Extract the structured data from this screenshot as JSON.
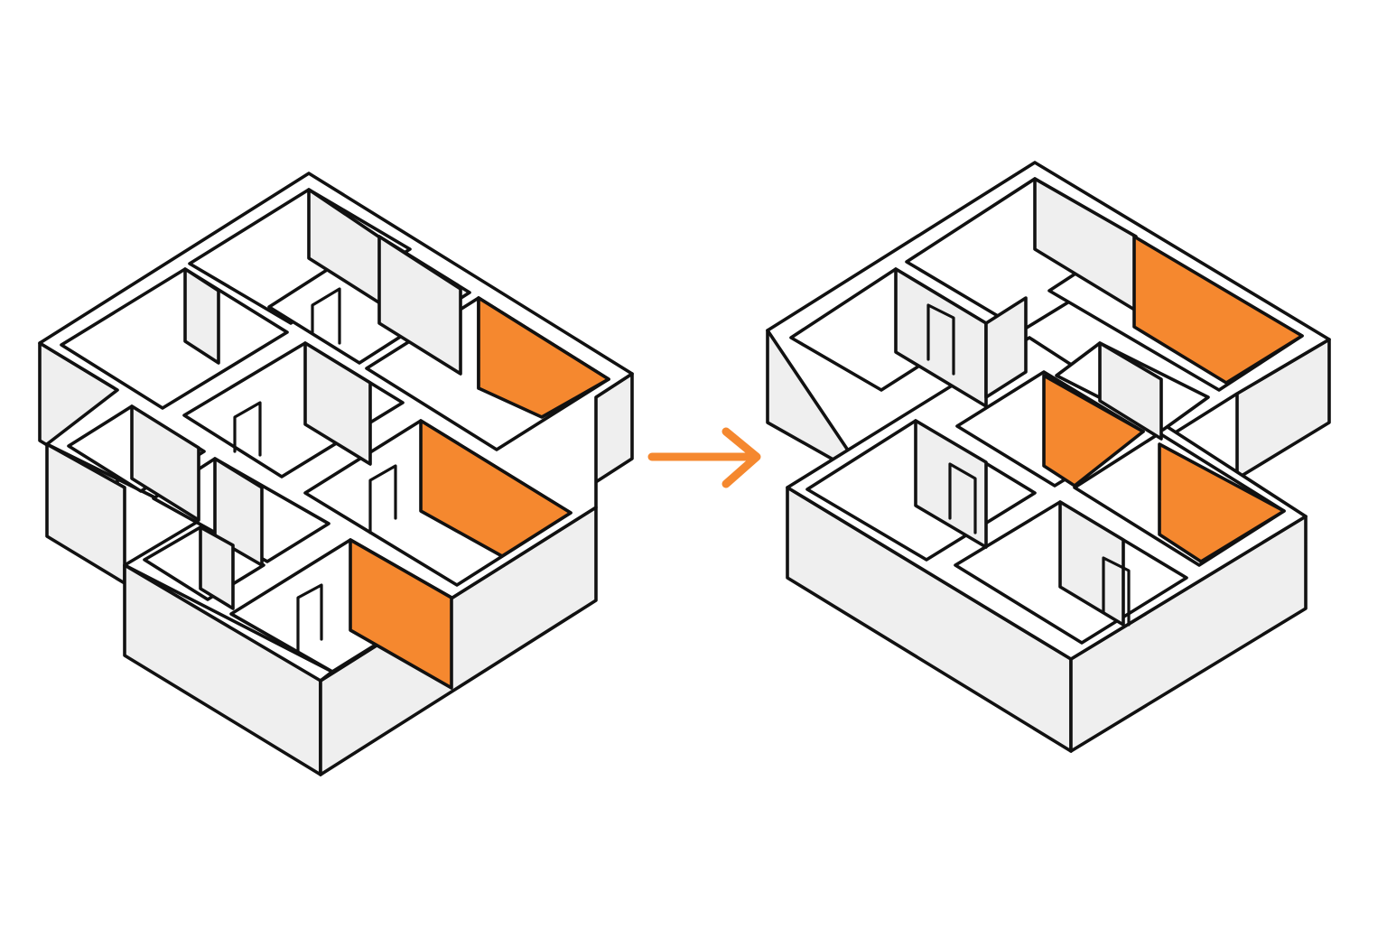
{
  "diagram": {
    "kind": "isometric floor plan transformation (before → after)",
    "colors": {
      "background": "#ffffff",
      "outline": "#111111",
      "wall_face": "#efefef",
      "wall_top": "#ffffff",
      "floor": "#ffffff",
      "accent": "#F5882F"
    },
    "plans": [
      {
        "id": "before",
        "accent_wall_count": 3,
        "icon": "isometric-floor-plan-before-icon"
      },
      {
        "id": "after",
        "accent_wall_count": 3,
        "icon": "isometric-floor-plan-after-icon"
      }
    ],
    "connector": {
      "icon": "arrow-right-icon",
      "color": "#F5882F"
    }
  }
}
